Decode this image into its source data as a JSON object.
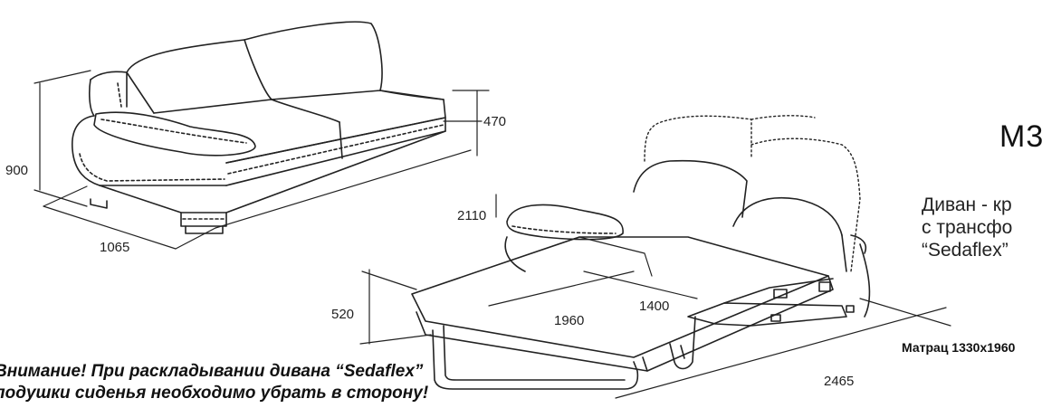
{
  "dimensions": {
    "height_total": "900",
    "seat_height": "470",
    "depth": "1065",
    "width_folded": "2110",
    "width_unfolded": "2465",
    "sleep_height": "520",
    "bed_length": "1960",
    "bed_width": "1400"
  },
  "model": "M3",
  "description": [
    "Диван - кр",
    "с трансфо",
    "“Sedaflex” "
  ],
  "mattress": "Матрац 1330x1960",
  "note": [
    "Внимание! При раскладывании дивана “Sedaflex”",
    "подушки сиденья необходимо убрать в сторону!"
  ]
}
